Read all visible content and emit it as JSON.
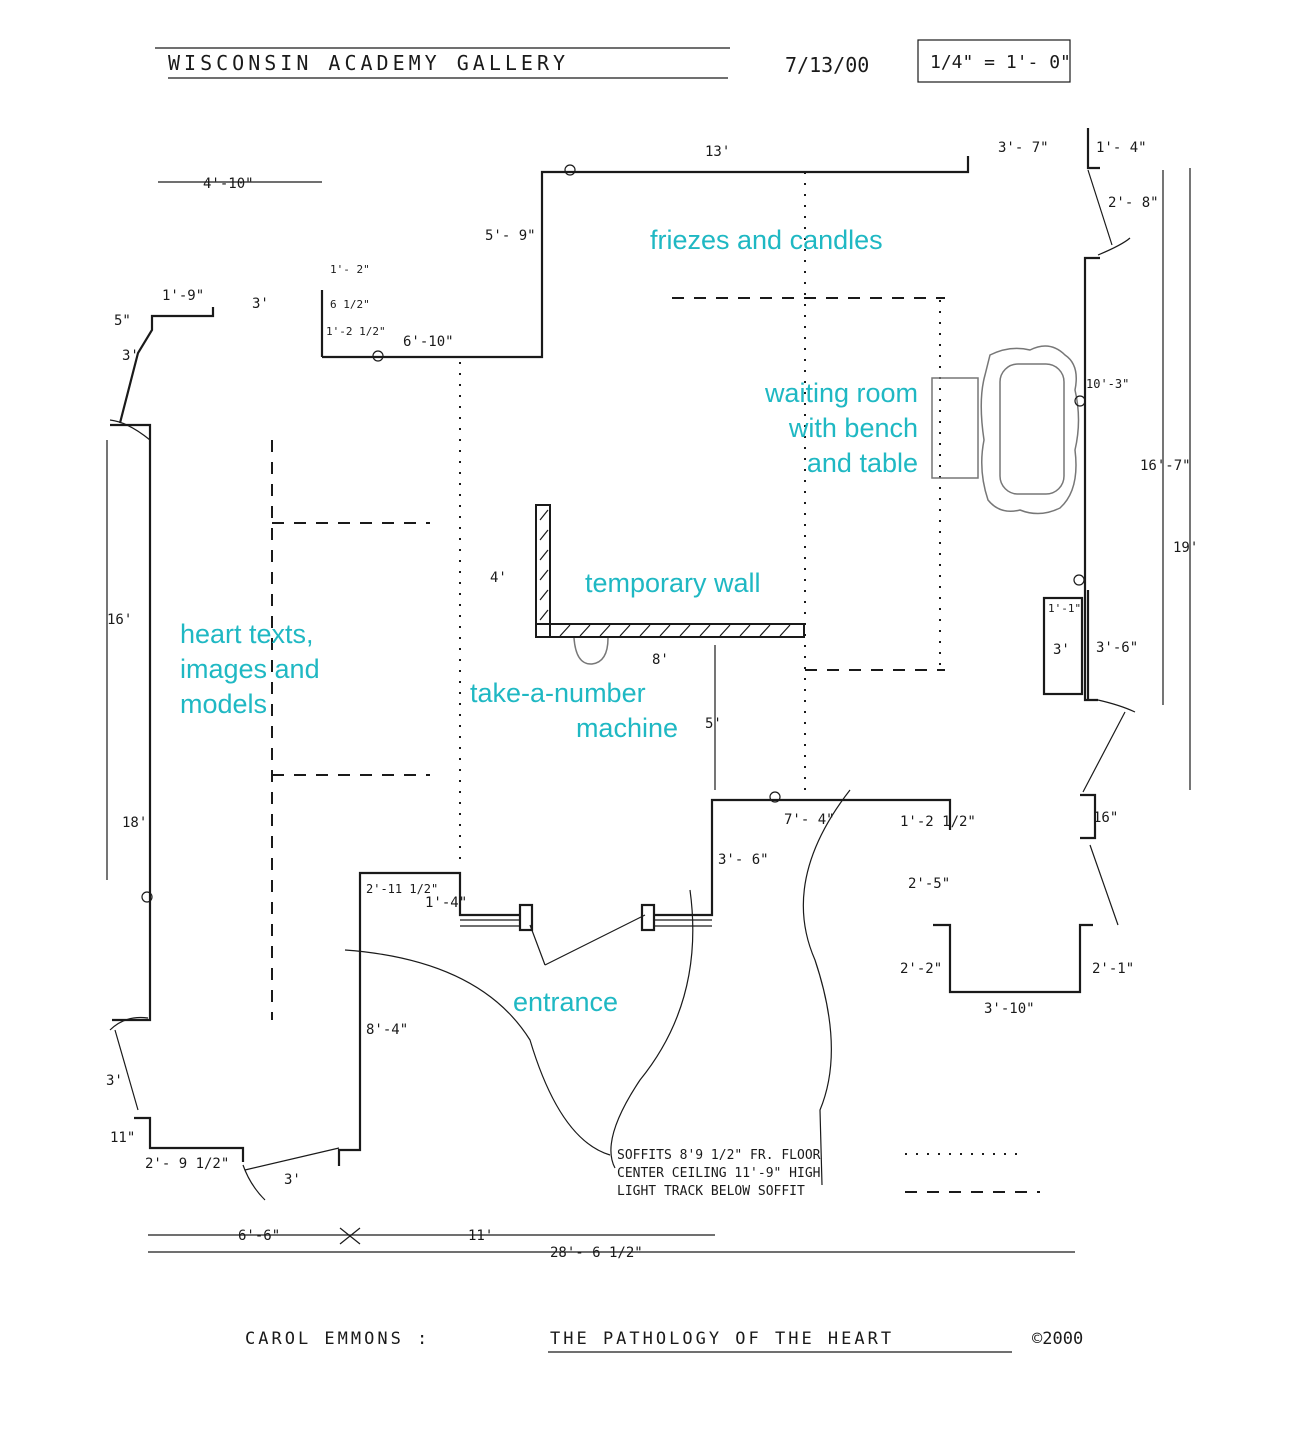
{
  "header": {
    "title": "WISCONSIN ACADEMY GALLERY",
    "date": "7/13/00",
    "scale": "1/4\" = 1'- 0\""
  },
  "labels": {
    "friezes": "friezes and candles",
    "waiting_1": "waiting room",
    "waiting_2": "with bench",
    "waiting_3": "and table",
    "temp_wall": "temporary wall",
    "heart_1": "heart texts,",
    "heart_2": "images and",
    "heart_3": "models",
    "take_1": "take-a-number",
    "take_2": "machine",
    "entrance": "entrance"
  },
  "dimensions": {
    "d_13": "13'",
    "d_3_7": "3'- 7\"",
    "d_1_4_tr": "1'- 4\"",
    "d_4_10": "4'-10\"",
    "d_2_8": "2'- 8\"",
    "d_5_9": "5'- 9\"",
    "d_1_2": "1'- 2\"",
    "d_6_5": "6 1/2\"",
    "d_1_2_5": "1'-2 1/2\"",
    "d_6_10": "6'-10\"",
    "d_1_9": "1'-9\"",
    "d_3_top": "3'",
    "d_5in": "5\"",
    "d_3_left": "3'",
    "d_10_3": "10'-3\"",
    "d_16_7": "16'-7\"",
    "d_19": "19'",
    "d_16": "16'",
    "d_4": "4'",
    "d_8": "8'",
    "d_5": "5'",
    "d_1_1": "1'-1\"",
    "d_3_r": "3'",
    "d_3_6_r": "3'-6\"",
    "d_18": "18'",
    "d_7_4": "7'- 4\"",
    "d_1_2_5b": "1'-2 1/2\"",
    "d_3_6": "3'- 6\"",
    "d_16in": "16\"",
    "d_2_11": "2'-11 1/2\"",
    "d_1_4": "1'-4\"",
    "d_2_5": "2'-5\"",
    "d_2_2": "2'-2\"",
    "d_2_1": "2'-1\"",
    "d_3_10": "3'-10\"",
    "d_8_4": "8'-4\"",
    "d_3_bl": "3'",
    "d_11in": "11\"",
    "d_2_9": "2'- 9 1/2\"",
    "d_3_b": "3'",
    "d_6_6": "6'-6\"",
    "d_11": "11'",
    "d_28_6": "28'- 6 1/2\""
  },
  "legend": {
    "soffits": "SOFFITS 8'9 1/2\" FR. FLOOR",
    "ceiling": "CENTER CEILING 11'-9\" HIGH",
    "track": "LIGHT TRACK BELOW SOFFIT"
  },
  "footer": {
    "artist": "CAROL EMMONS :",
    "work": "THE PATHOLOGY OF THE HEART",
    "copyright": "©2000"
  }
}
